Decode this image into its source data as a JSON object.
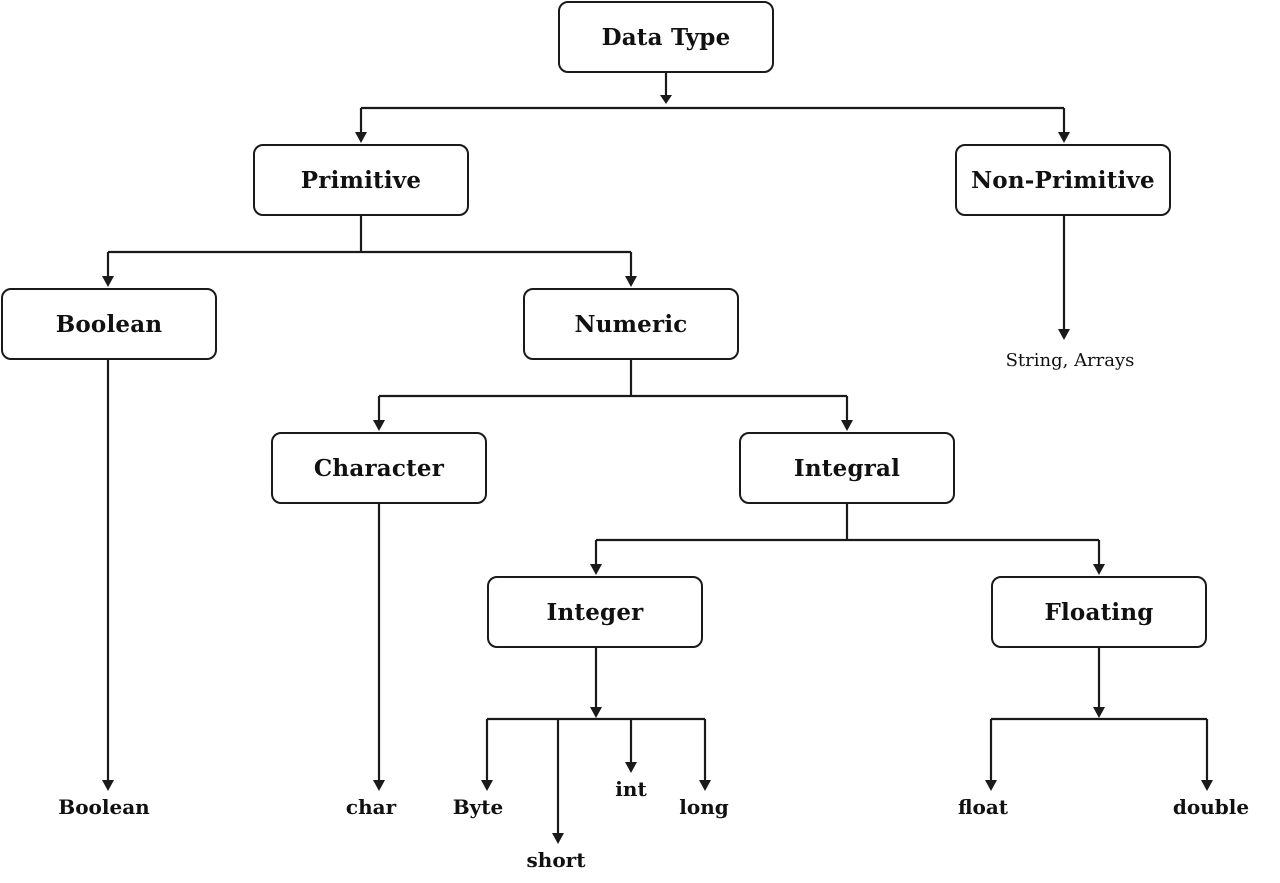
{
  "nodes": {
    "data_type": "Data Type",
    "primitive": "Primitive",
    "non_primitive": "Non-Primitive",
    "boolean": "Boolean",
    "numeric": "Numeric",
    "character": "Character",
    "integral": "Integral",
    "integer": "Integer",
    "floating": "Floating"
  },
  "leaves": {
    "boolean": "Boolean",
    "char": "char",
    "byte": "Byte",
    "short": "short",
    "int": "int",
    "long": "long",
    "float": "float",
    "double": "double",
    "string_arrays": "String, Arrays"
  }
}
